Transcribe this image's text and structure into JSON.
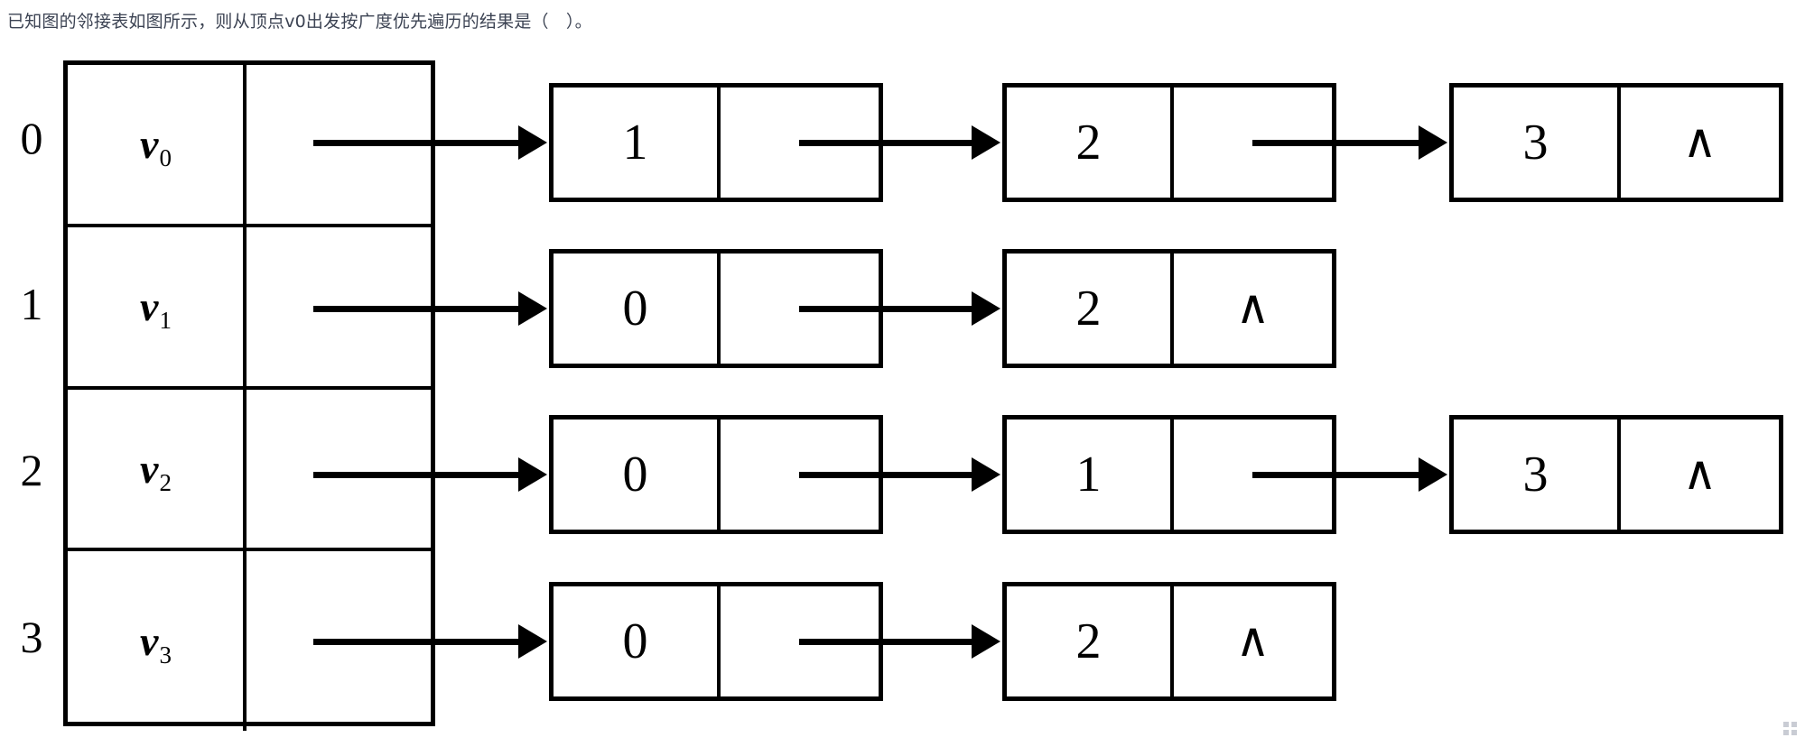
{
  "question": {
    "text": "已知图的邻接表如图所示，则从顶点v0出发按广度优先遍历的结果是（　）。"
  },
  "figure": {
    "type": "adjacency-list",
    "null_symbol": "∧",
    "vertex_count": 4,
    "rows": [
      {
        "index": "0",
        "vertex": "v",
        "vertex_sub": "0",
        "nodes": [
          {
            "data": "1",
            "next": ""
          },
          {
            "data": "2",
            "next": ""
          },
          {
            "data": "3",
            "next": "∧"
          }
        ]
      },
      {
        "index": "1",
        "vertex": "v",
        "vertex_sub": "1",
        "nodes": [
          {
            "data": "0",
            "next": ""
          },
          {
            "data": "2",
            "next": "∧"
          }
        ]
      },
      {
        "index": "2",
        "vertex": "v",
        "vertex_sub": "2",
        "nodes": [
          {
            "data": "0",
            "next": ""
          },
          {
            "data": "1",
            "next": ""
          },
          {
            "data": "3",
            "next": "∧"
          }
        ]
      },
      {
        "index": "3",
        "vertex": "v",
        "vertex_sub": "3",
        "nodes": [
          {
            "data": "0",
            "next": ""
          },
          {
            "data": "2",
            "next": "∧"
          }
        ]
      }
    ]
  },
  "colors": {
    "ink": "#000000",
    "text": "#3c4353",
    "page": "#ffffff",
    "corner_mark": "#c9ccd4"
  }
}
